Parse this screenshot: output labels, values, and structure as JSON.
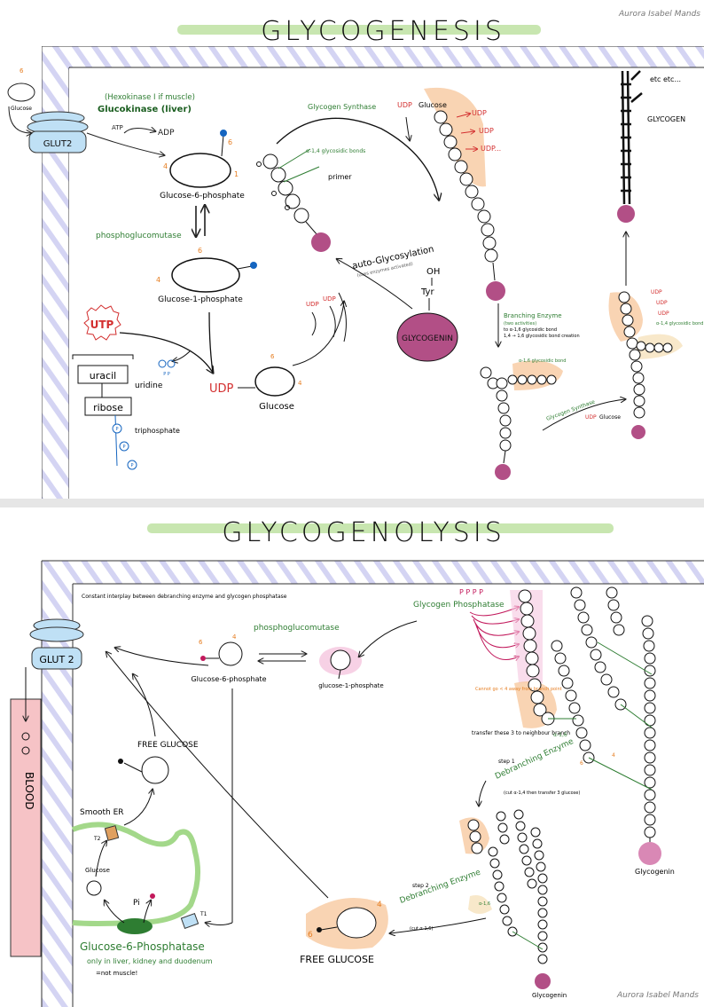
{
  "author": "Aurora Isabel Mands",
  "colors": {
    "highlight_green": "#c8e6b0",
    "membrane_blue": "#bfe0f5",
    "glycogenin_fill": "#b24f86",
    "text_green": "#2e7d32",
    "text_red": "#d32f2f",
    "orange_highlight": "#f7c9a0",
    "pink_highlight": "#f5c6df",
    "blood_vessel": "#f6c3c6",
    "hatch": "#c9c9f0"
  },
  "glycogenesis": {
    "title": "GLYCOGENESIS",
    "glut": "GLUT2",
    "glucose": "Glucose",
    "hexokinase": "(Hexokinase I if muscle)",
    "glucokinase": "Glucokinase (liver)",
    "atp": "ATP",
    "adp": "ADP",
    "g6p": "Glucose-6-phosphate",
    "phosphoglucomutase": "phosphoglucomutase",
    "g1p": "Glucose-1-phosphate",
    "utp": "UTP",
    "pp": "P P",
    "uracil": "uracil",
    "uridine": "uridine",
    "ribose": "ribose",
    "triphosphate": "triphosphate",
    "p_label": "P",
    "udp": "UDP",
    "udp_glucose_label": "Glucose",
    "glycogen_synthase": "Glycogen Synthase",
    "a14_bonds": "α-1,4 glycosidic bonds",
    "primer": "primer",
    "auto_glycosylation": "auto-Glycosylation",
    "auto_note": "(uses enzymes activated)",
    "oh": "OH",
    "tyr": "Tyr",
    "glycogenin": "GLYCOGENIN",
    "udp_glucose": "UDP glucose",
    "udp_list": [
      "UDP",
      "UDP",
      "UDP..."
    ],
    "branching_enzyme": "Branching Enzyme",
    "branching_note_1": "(two activities)",
    "branching_note_2": "to α-1,6 glycosidic bond",
    "branching_note_3": "1,4 → 1,6 glycosidic bond creation",
    "a16_bond": "α-1,6 glycosidic bond",
    "glycogen_synthase_2": "Glycogen Synthase",
    "udp_glucose_2": "UDP glucose",
    "udp_right": [
      "UDP",
      "UDP",
      "UDP"
    ],
    "a14_right": "α-1,4 glycosidic bond",
    "etc": "etc etc...",
    "glycogen": "GLYCOGEN",
    "n6": "6",
    "n4": "4",
    "n1": "1"
  },
  "glycogenolysis": {
    "title": "GLYCOGENOLYSIS",
    "note": "Constant interplay between debranching enzyme and glycogen phosphatase",
    "glut": "GLUT 2",
    "blood": "BLOOD",
    "phosphoglucomutase": "phosphoglucomutase",
    "g6p": "Glucose-6-phosphate",
    "g1p": "glucose-1-phosphate",
    "glycogen_phosphatase": "Glycogen Phosphatase",
    "p_letters": "P P P P",
    "cannot_go": "Cannot go < 4 away from branch point",
    "transfer": "transfer these 3 to neighbour branch",
    "a16": "α-1,6",
    "step1": "step 1",
    "debranching_1": "Debranching Enzyme",
    "debranch_note": "(cut α-1,4 then transfer 3 glucose)",
    "a16_b": "α-1,6",
    "step2": "step 2",
    "debranching_2": "Debranching Enzyme",
    "debranch_note_2": "(cut α-1,6)",
    "free_glucose_top": "FREE GLUCOSE",
    "smooth_er": "Smooth ER",
    "t2": "T2",
    "t1": "T1",
    "glucose": "Glucose",
    "pi": "Pi",
    "g6phosphatase": "Glucose-6-Phosphatase",
    "g6p_note": "only in liver, kidney and duodenum",
    "g6p_note2": "=not muscle!",
    "free_glucose": "FREE GLUCOSE",
    "glycogenin_1": "Glycogenin",
    "glycogenin_2": "Glycogenin",
    "n6": "6",
    "n4": "4"
  }
}
